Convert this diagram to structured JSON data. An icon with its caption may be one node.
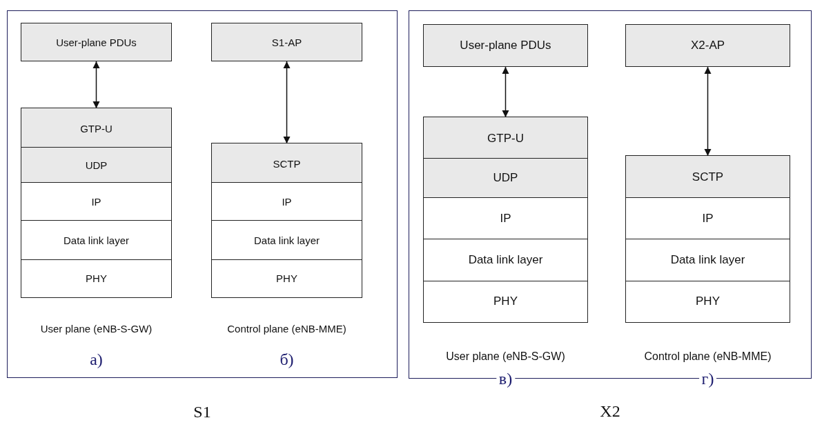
{
  "diagram": {
    "nodes": [
      {
        "text": [
          "S1"
        ]
      },
      {
        "text": [
          "User-plane PDUs"
        ],
        "in": 0
      },
      {
        "text": [],
        "shape": "box",
        "in": 0,
        "beside": [
          "User plane (eNB-S-GW)",
          "а)"
        ]
      },
      {
        "text": [
          "GTP-U"
        ],
        "in": 2
      },
      {
        "text": [
          "UDP"
        ],
        "in": 2
      },
      {
        "text": [
          "IP"
        ],
        "in": 2
      },
      {
        "text": [
          "Data link layer"
        ],
        "in": 2
      },
      {
        "text": [
          "PHY"
        ],
        "in": 2
      },
      {
        "text": [
          "S1-AP"
        ],
        "in": 0
      },
      {
        "text": [],
        "shape": "box",
        "in": 0,
        "beside": [
          "Control plane (eNB-MME)",
          "б)"
        ]
      },
      {
        "text": [
          "SCTP"
        ],
        "in": 9
      },
      {
        "text": [
          "IP"
        ],
        "in": 9
      },
      {
        "text": [
          "Data link layer"
        ],
        "in": 9
      },
      {
        "text": [
          "PHY"
        ],
        "in": 9
      },
      {
        "text": [
          "X2"
        ]
      },
      {
        "text": [
          "User-plane PDUs"
        ],
        "in": 14
      },
      {
        "text": [],
        "shape": "box",
        "in": 14,
        "beside": [
          "User plane (eNB-S-GW)",
          "в)"
        ]
      },
      {
        "text": [
          "GTP-U"
        ],
        "in": 16
      },
      {
        "text": [
          "UDP"
        ],
        "in": 16
      },
      {
        "text": [
          "IP"
        ],
        "in": 16
      },
      {
        "text": [
          "Data link layer"
        ],
        "in": 16
      },
      {
        "text": [
          "PHY"
        ],
        "in": 16
      },
      {
        "text": [
          "X2-AP"
        ],
        "in": 14
      },
      {
        "text": [],
        "shape": "box",
        "in": 14,
        "beside": [
          "Control plane (eNB-MME)",
          "г)"
        ]
      },
      {
        "text": [
          "SCTP"
        ],
        "in": 23
      },
      {
        "text": [
          "IP"
        ],
        "in": 23
      },
      {
        "text": [
          "Data link layer"
        ],
        "in": 23
      },
      {
        "text": [
          "PHY"
        ],
        "in": 23
      }
    ],
    "edges": [
      {
        "from": 1,
        "to": 3,
        "arrow": "both"
      },
      {
        "from": 8,
        "to": 10,
        "arrow": "both"
      },
      {
        "from": 15,
        "to": 17,
        "arrow": "both"
      },
      {
        "from": 22,
        "to": 24,
        "arrow": "both"
      }
    ]
  }
}
